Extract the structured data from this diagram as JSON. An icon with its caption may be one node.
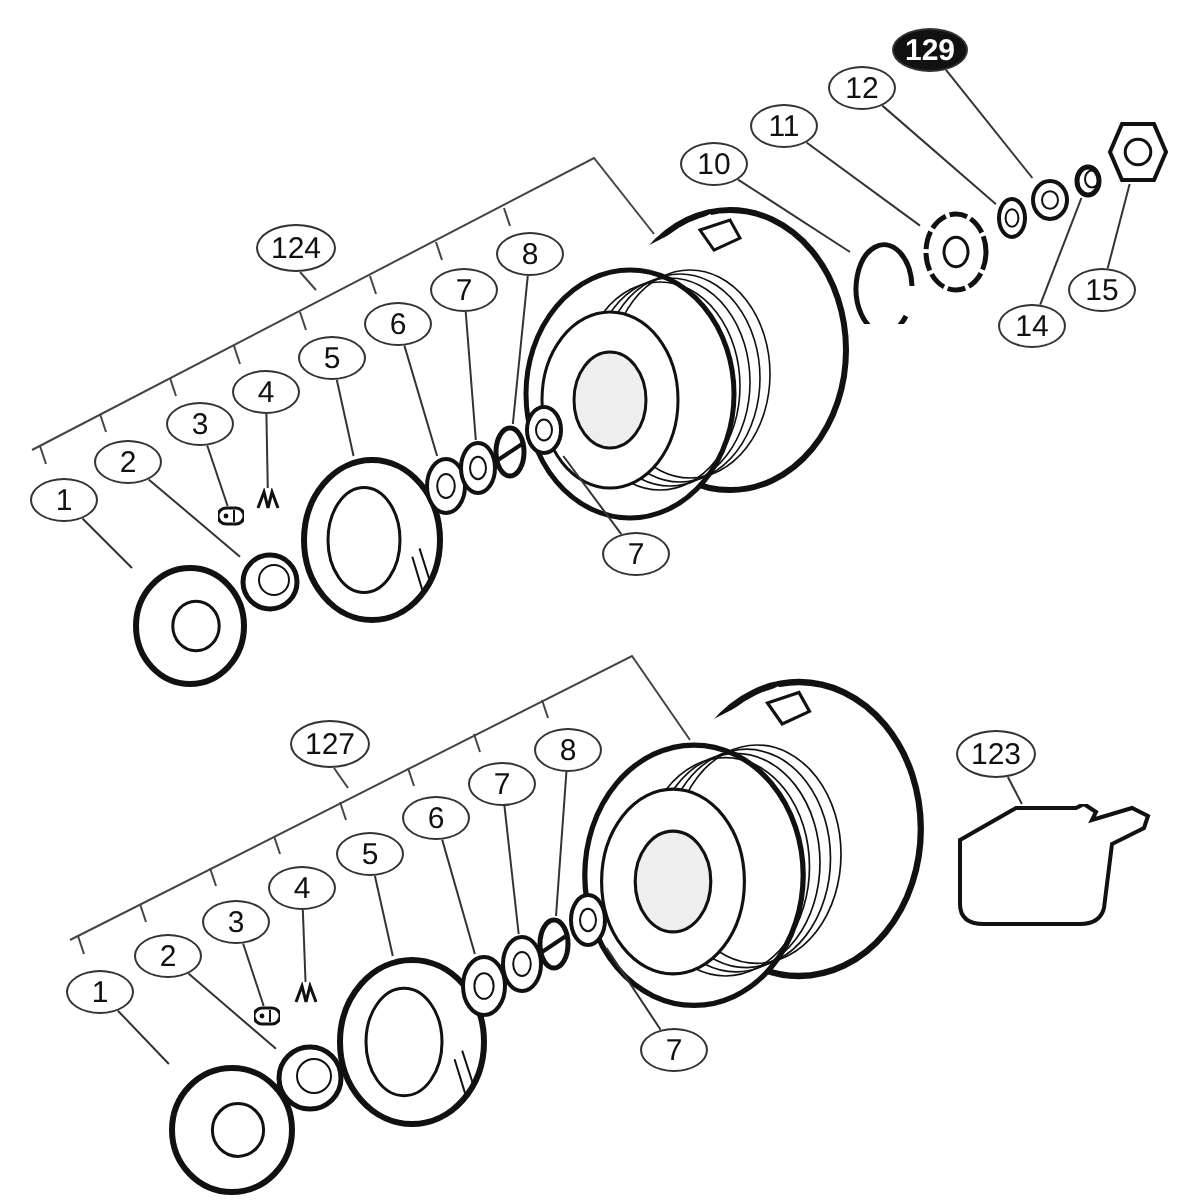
{
  "diagram": {
    "nodes": [
      {
        "text": [
          "124"
        ]
      },
      {
        "text": [
          "1"
        ]
      },
      {
        "text": [
          "2"
        ]
      },
      {
        "text": [
          "3"
        ]
      },
      {
        "text": [
          "4"
        ]
      },
      {
        "text": [
          "5"
        ]
      },
      {
        "text": [
          "6"
        ]
      },
      {
        "text": [
          "7"
        ]
      },
      {
        "text": [
          "8"
        ]
      },
      {
        "text": [
          "7"
        ]
      },
      {
        "text": [
          "10"
        ]
      },
      {
        "text": [
          "11"
        ]
      },
      {
        "text": [
          "12"
        ]
      },
      {
        "text": [
          "129"
        ]
      },
      {
        "text": [
          "14"
        ]
      },
      {
        "text": [
          "15"
        ]
      },
      {
        "text": [],
        "shape": "picture"
      },
      {
        "text": [],
        "shape": "picture"
      },
      {
        "text": [],
        "shape": "picture"
      },
      {
        "text": [],
        "shape": "picture"
      },
      {
        "text": [],
        "shape": "picture"
      },
      {
        "text": [],
        "shape": "picture"
      },
      {
        "text": [],
        "shape": "picture"
      },
      {
        "text": [],
        "shape": "picture"
      },
      {
        "text": [],
        "shape": "picture"
      },
      {
        "text": [],
        "shape": "picture"
      },
      {
        "text": [],
        "shape": "picture"
      },
      {
        "text": [],
        "shape": "picture"
      },
      {
        "text": [],
        "shape": "picture"
      },
      {
        "text": [],
        "shape": "picture"
      },
      {
        "text": [],
        "shape": "picture"
      },
      {
        "text": [
          "127"
        ]
      },
      {
        "text": [
          "1"
        ]
      },
      {
        "text": [
          "2"
        ]
      },
      {
        "text": [
          "3"
        ]
      },
      {
        "text": [
          "4"
        ]
      },
      {
        "text": [
          "5"
        ]
      },
      {
        "text": [
          "6"
        ]
      },
      {
        "text": [
          "7"
        ]
      },
      {
        "text": [
          "8"
        ]
      },
      {
        "text": [
          "7"
        ]
      },
      {
        "text": [
          "123"
        ]
      },
      {
        "text": [],
        "shape": "picture"
      },
      {
        "text": [],
        "shape": "picture"
      },
      {
        "text": [],
        "shape": "picture"
      },
      {
        "text": [],
        "shape": "picture"
      },
      {
        "text": [],
        "shape": "picture"
      },
      {
        "text": [],
        "shape": "picture"
      },
      {
        "text": [],
        "shape": "picture"
      },
      {
        "text": [],
        "shape": "picture"
      },
      {
        "text": [],
        "shape": "picture"
      },
      {
        "text": [],
        "shape": "picture"
      }
    ],
    "edges": [
      {
        "from": 1,
        "to": 16,
        "arrow": "none"
      },
      {
        "from": 2,
        "to": 17,
        "arrow": "none"
      },
      {
        "from": 3,
        "to": 18,
        "arrow": "none"
      },
      {
        "from": 4,
        "to": 19,
        "arrow": "none"
      },
      {
        "from": 5,
        "to": 20,
        "arrow": "none"
      },
      {
        "from": 6,
        "to": 21,
        "arrow": "none"
      },
      {
        "from": 7,
        "to": 22,
        "arrow": "none"
      },
      {
        "from": 8,
        "to": 23,
        "arrow": "none"
      },
      {
        "from": 9,
        "to": 24,
        "arrow": "none"
      },
      {
        "from": 10,
        "to": 25,
        "arrow": "none"
      },
      {
        "from": 11,
        "to": 26,
        "arrow": "none"
      },
      {
        "from": 12,
        "to": 27,
        "arrow": "none"
      },
      {
        "from": 13,
        "to": 28,
        "arrow": "none"
      },
      {
        "from": 14,
        "to": 29,
        "arrow": "none"
      },
      {
        "from": 15,
        "to": 30,
        "arrow": "none"
      },
      {
        "from": 32,
        "to": 42,
        "arrow": "none"
      },
      {
        "from": 33,
        "to": 43,
        "arrow": "none"
      },
      {
        "from": 34,
        "to": 44,
        "arrow": "none"
      },
      {
        "from": 35,
        "to": 45,
        "arrow": "none"
      },
      {
        "from": 36,
        "to": 46,
        "arrow": "none"
      },
      {
        "from": 37,
        "to": 47,
        "arrow": "none"
      },
      {
        "from": 38,
        "to": 48,
        "arrow": "none"
      },
      {
        "from": 39,
        "to": 49,
        "arrow": "none"
      },
      {
        "from": 40,
        "to": 50,
        "arrow": "none"
      },
      {
        "from": 41,
        "to": 51,
        "arrow": "none"
      }
    ]
  }
}
